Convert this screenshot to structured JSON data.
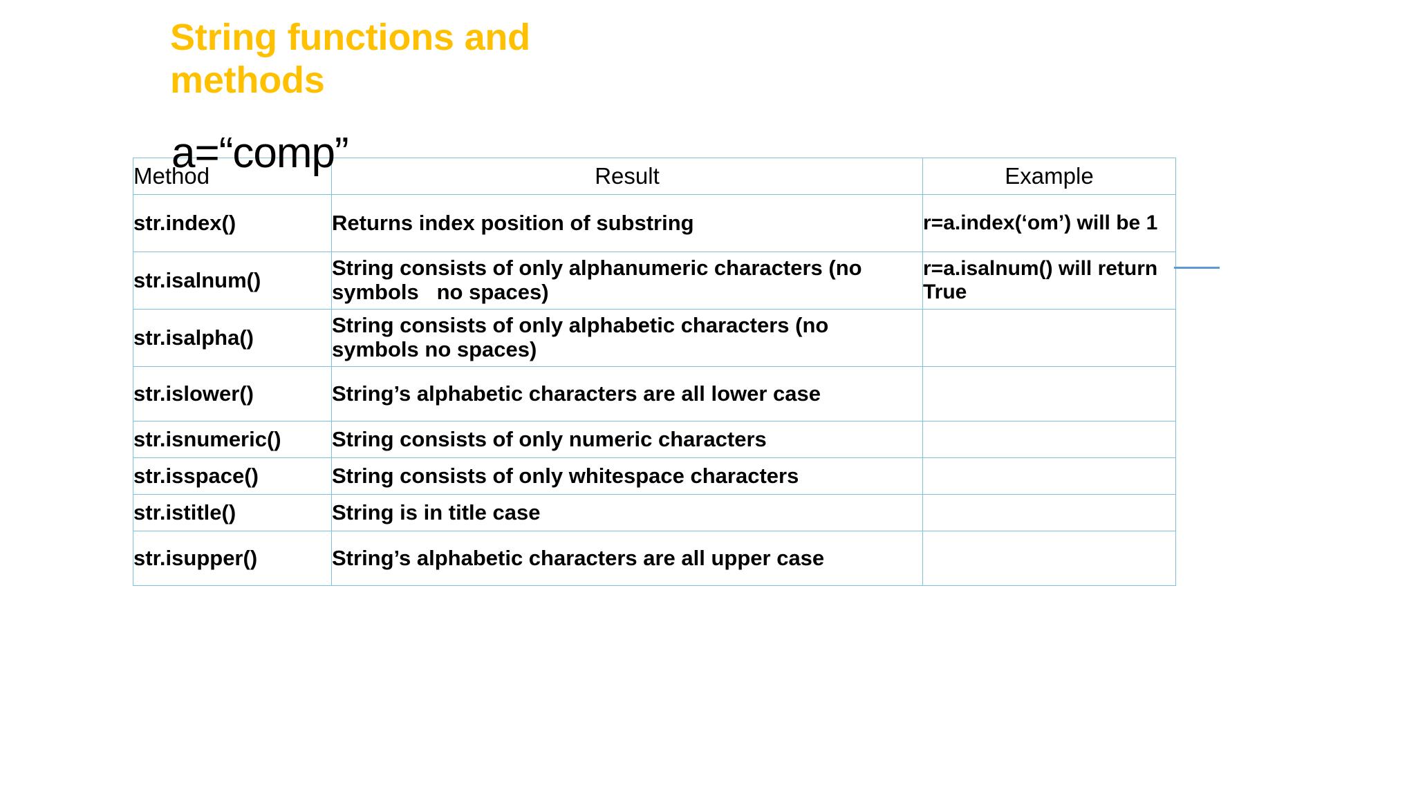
{
  "slide": {
    "title": "String functions and methods",
    "variable_note": "a=“comp”",
    "accent_color": "#FFC000",
    "table_border_color": "#7FC1DD",
    "rule_color": "#5B9BD5"
  },
  "table": {
    "headers": [
      "Method",
      "Result",
      "Example"
    ],
    "rows": [
      {
        "method": "str.index()",
        "result": "Returns index position of substring",
        "example": "r=a.index(‘om’) will be 1"
      },
      {
        "method": "str.isalnum()",
        "result": "String consists of only alphanumeric characters (no  symbols   no spaces)",
        "example": "r=a.isalnum() will return True"
      },
      {
        "method": "str.isalpha()",
        "result": "String consists of only alphabetic characters (no  symbols no spaces)",
        "example": ""
      },
      {
        "method": "str.islower()",
        "result": "String’s alphabetic characters are all lower case",
        "example": ""
      },
      {
        "method": "str.isnumeric()",
        "result": "String consists of only numeric characters",
        "example": ""
      },
      {
        "method": "str.isspace()",
        "result": "String consists of only whitespace characters",
        "example": ""
      },
      {
        "method": "str.istitle()",
        "result": "String is in title case",
        "example": ""
      },
      {
        "method": "str.isupper()",
        "result": "String’s alphabetic characters are all upper case",
        "example": ""
      }
    ]
  }
}
